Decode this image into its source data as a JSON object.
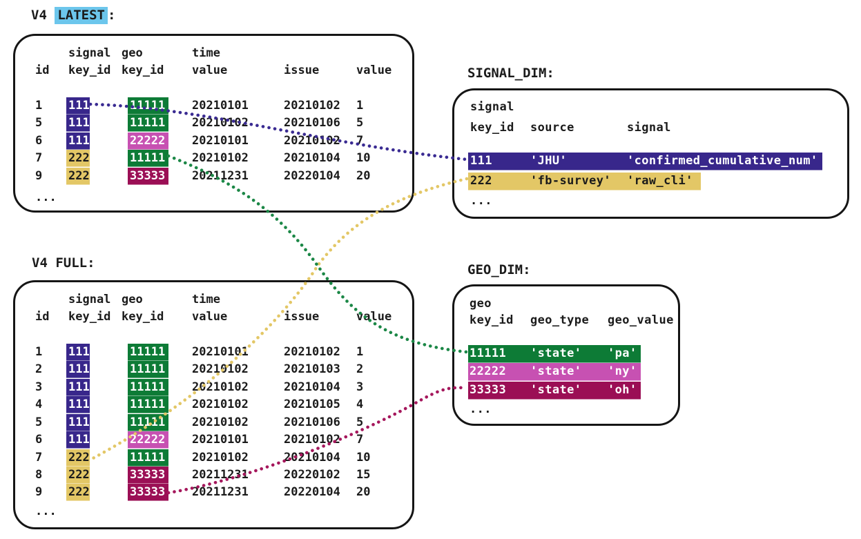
{
  "labels": {
    "v4_latest": {
      "prefix": "V4 ",
      "highlight": "LATEST",
      "suffix": ":"
    },
    "v4_full": "V4 FULL:",
    "signal_dim": "SIGNAL_DIM:",
    "geo_dim": "GEO_DIM:"
  },
  "colors": {
    "purple": "#38278B",
    "yellow": "#E3C766",
    "green": "#0D7B36",
    "pink": "#C751B2",
    "maroon": "#9B0F55",
    "highlight_blue": "#6CC6EC",
    "line_purple": "#3A2B92",
    "line_yellow": "#E3C766",
    "line_green": "#1B8746",
    "line_maroon": "#A5175C",
    "text": "#1b1b1b",
    "border": "#151515"
  },
  "key_colors": {
    "111": "purple",
    "222": "yellow",
    "11111": "green",
    "22222": "pink",
    "33333": "maroon"
  },
  "tables": {
    "v4latest": {
      "header_top": [
        "signal",
        "geo",
        "time"
      ],
      "header_bottom": [
        "id",
        "key_id",
        "key_id",
        "value",
        "issue",
        "value"
      ],
      "rows": [
        [
          "1",
          "111",
          "11111",
          "20210101",
          "20210102",
          "1"
        ],
        [
          "5",
          "111",
          "11111",
          "20210102",
          "20210106",
          "5"
        ],
        [
          "6",
          "111",
          "22222",
          "20210101",
          "20210102",
          "7"
        ],
        [
          "7",
          "222",
          "11111",
          "20210102",
          "20210104",
          "10"
        ],
        [
          "9",
          "222",
          "33333",
          "20211231",
          "20220104",
          "20"
        ]
      ],
      "ellipsis": "..."
    },
    "v4full": {
      "header_top": [
        "signal",
        "geo",
        "time"
      ],
      "header_bottom": [
        "id",
        "key_id",
        "key_id",
        "value",
        "issue",
        "value"
      ],
      "rows": [
        [
          "1",
          "111",
          "11111",
          "20210101",
          "20210102",
          "1"
        ],
        [
          "2",
          "111",
          "11111",
          "20210102",
          "20210103",
          "2"
        ],
        [
          "3",
          "111",
          "11111",
          "20210102",
          "20210104",
          "3"
        ],
        [
          "4",
          "111",
          "11111",
          "20210102",
          "20210105",
          "4"
        ],
        [
          "5",
          "111",
          "11111",
          "20210102",
          "20210106",
          "5"
        ],
        [
          "6",
          "111",
          "22222",
          "20210101",
          "20210102",
          "7"
        ],
        [
          "7",
          "222",
          "11111",
          "20210102",
          "20210104",
          "10"
        ],
        [
          "8",
          "222",
          "33333",
          "20211231",
          "20220102",
          "15"
        ],
        [
          "9",
          "222",
          "33333",
          "20211231",
          "20220104",
          "20"
        ]
      ],
      "ellipsis": "..."
    },
    "signaldim": {
      "header_top": [
        "signal"
      ],
      "header_bottom": [
        "key_id",
        "source",
        "signal"
      ],
      "rows": [
        [
          "111",
          "'JHU'",
          "'confirmed_cumulative_num'"
        ],
        [
          "222",
          "'fb-survey'",
          "'raw_cli'"
        ]
      ],
      "row_colors": [
        "purple",
        "yellow"
      ],
      "ellipsis": "..."
    },
    "geodim": {
      "header_top": [
        "geo"
      ],
      "header_bottom": [
        "key_id",
        "geo_type",
        "geo_value"
      ],
      "rows": [
        [
          "11111",
          "'state'",
          "'pa'"
        ],
        [
          "22222",
          "'state'",
          "'ny'"
        ],
        [
          "33333",
          "'state'",
          "'oh'"
        ]
      ],
      "row_colors": [
        "green",
        "pink",
        "maroon"
      ],
      "ellipsis": "..."
    }
  },
  "connections": [
    {
      "from": "v4-latest signal key_id 111",
      "to": "signal_dim row 111 'JHU'",
      "color": "purple"
    },
    {
      "from": "v4-full signal key_id 222",
      "to": "signal_dim row 222 'fb-survey'",
      "color": "yellow"
    },
    {
      "from": "v4-latest geo key_id 11111",
      "to": "geo_dim row 11111 'pa'",
      "color": "green"
    },
    {
      "from": "v4-full geo key_id 33333",
      "to": "geo_dim row 33333 'oh'",
      "color": "maroon"
    }
  ]
}
